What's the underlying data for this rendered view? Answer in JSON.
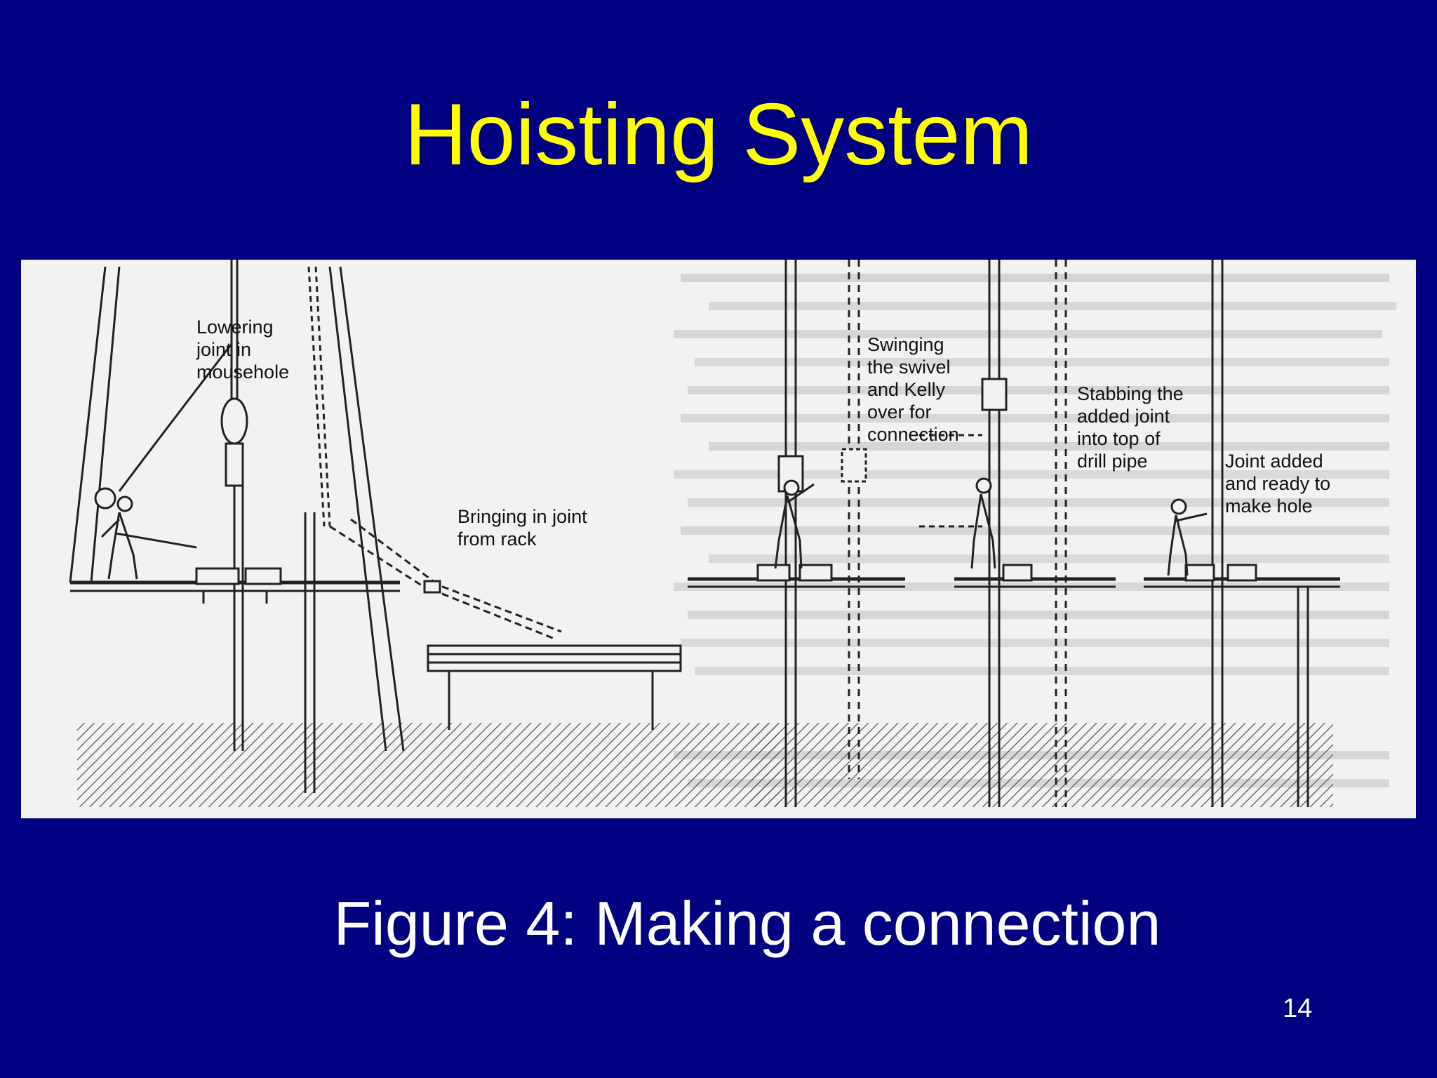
{
  "slide": {
    "title": "Hoisting System",
    "caption": "Figure 4: Making a connection",
    "page_number": "14"
  },
  "figure": {
    "labels": {
      "lowering": [
        "Lowering",
        "joint in",
        "mousehole"
      ],
      "bringing": [
        "Bringing in joint",
        "from rack"
      ],
      "swinging": [
        "Swinging",
        "the swivel",
        "and Kelly",
        "over for",
        "connection"
      ],
      "stabbing": [
        "Stabbing the",
        "added joint",
        "into top of",
        "drill pipe"
      ],
      "joint_added": [
        "Joint added",
        "and ready to",
        "make hole"
      ]
    }
  },
  "colors": {
    "background": "#000080",
    "title": "#ffff00",
    "caption": "#ffffff"
  }
}
